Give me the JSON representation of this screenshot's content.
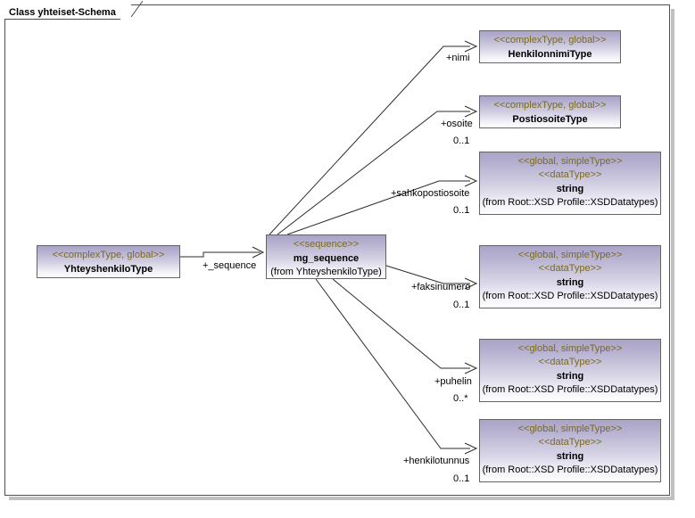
{
  "frame": {
    "tab_label": "Class yhteiset-Schema"
  },
  "classes": {
    "yhteyshenkilo": {
      "stereotype": "<<complexType, global>>",
      "name": "YhteyshenkiloType"
    },
    "mg_sequence": {
      "stereotype": "<<sequence>>",
      "name": "mg_sequence",
      "from": "(from YhteyshenkiloType)"
    },
    "henkilonnimi": {
      "stereotype": "<<complexType, global>>",
      "name": "HenkilonnimiType"
    },
    "postiosoite": {
      "stereotype": "<<complexType, global>>",
      "name": "PostiosoiteType"
    },
    "string_sahkoposti": {
      "stereotype1": "<<global, simpleType>>",
      "stereotype2": "<<dataType>>",
      "name": "string",
      "from": "(from Root::XSD Profile::XSDDatatypes)"
    },
    "string_faksi": {
      "stereotype1": "<<global, simpleType>>",
      "stereotype2": "<<dataType>>",
      "name": "string",
      "from": "(from Root::XSD Profile::XSDDatatypes)"
    },
    "string_puhelin": {
      "stereotype1": "<<global, simpleType>>",
      "stereotype2": "<<dataType>>",
      "name": "string",
      "from": "(from Root::XSD Profile::XSDDatatypes)"
    },
    "string_henkilotunnus": {
      "stereotype1": "<<global, simpleType>>",
      "stereotype2": "<<dataType>>",
      "name": "string",
      "from": "(from Root::XSD Profile::XSDDatatypes)"
    }
  },
  "connectors": {
    "sequence": {
      "role": "+_sequence",
      "multiplicity": ""
    },
    "nimi": {
      "role": "+nimi",
      "multiplicity": ""
    },
    "osoite": {
      "role": "+osoite",
      "multiplicity": "0..1"
    },
    "sahkopostiosoite": {
      "role": "+sahkopostiosoite",
      "multiplicity": "0..1"
    },
    "faksinumero": {
      "role": "+faksinumero",
      "multiplicity": "0..1"
    },
    "puhelin": {
      "role": "+puhelin",
      "multiplicity": "0..*"
    },
    "henkilotunnus": {
      "role": "+henkilotunnus",
      "multiplicity": "0..1"
    }
  },
  "colors": {
    "box_fill_top": "#a9a3c6",
    "box_fill_bottom": "#fdfdfe",
    "box_border": "#646464",
    "stereotype_text": "#7a6a1e",
    "line": "#2b2b2b",
    "frame_border": "#4d4d4d",
    "shadow": "#c0c0c0"
  }
}
